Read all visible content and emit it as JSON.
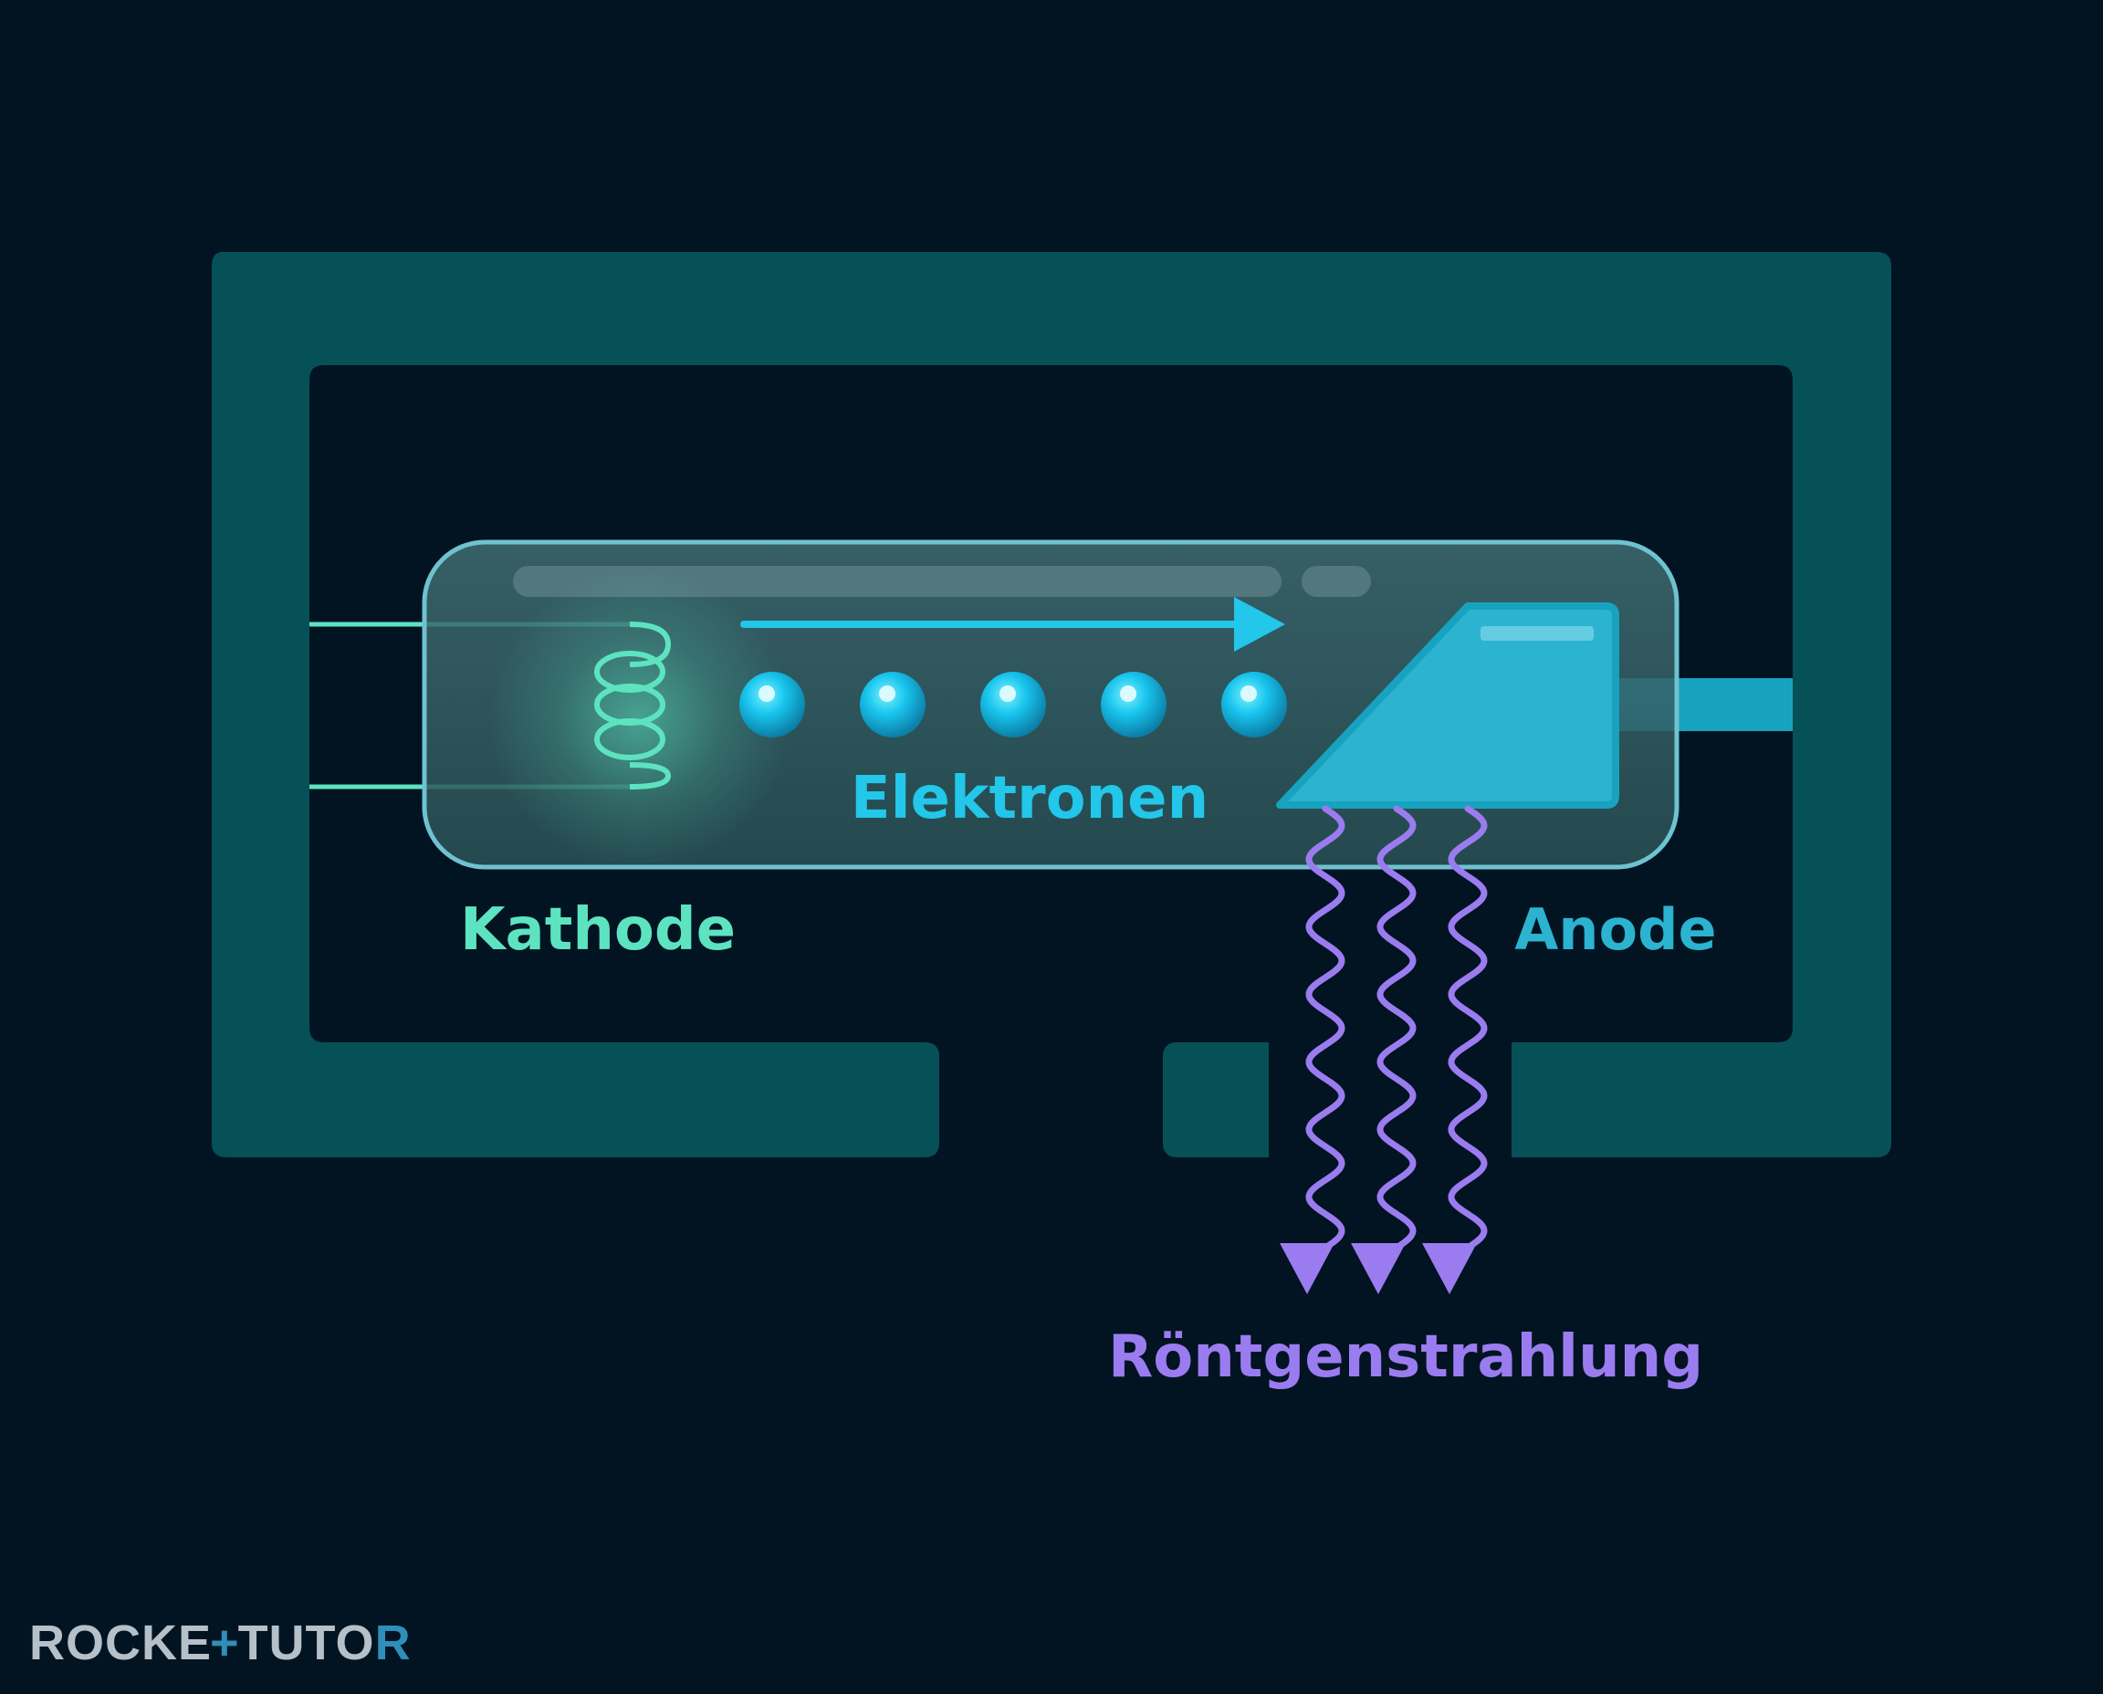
{
  "labels": {
    "cathode": "Kathode",
    "electrons": "Elektronen",
    "anode": "Anode",
    "xray": "Röntgenstrahlung"
  },
  "brand": {
    "part1": "ROCKE",
    "plus": "+",
    "part2": "TUTO",
    "part3": "R"
  },
  "colors": {
    "background": "#021422",
    "housing": "#065158",
    "cathode": "#5de3c0",
    "electron": "#22c7ea",
    "anode": "#2bb3d0",
    "xray": "#9b7cf0"
  }
}
